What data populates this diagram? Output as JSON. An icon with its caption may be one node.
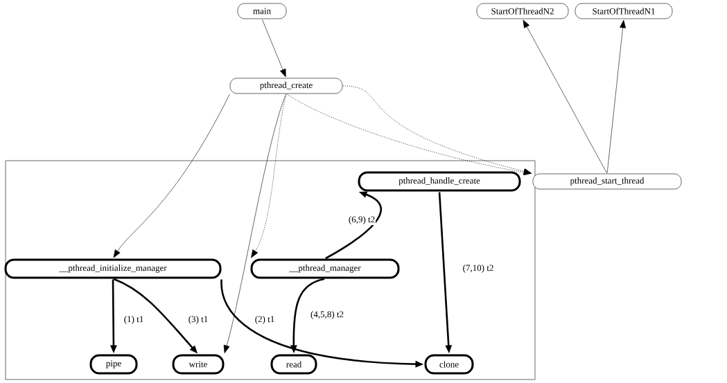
{
  "diagram": {
    "nodes": [
      {
        "text": [
          "main"
        ]
      },
      {
        "text": [
          "pthread_create"
        ]
      },
      {
        "text": [
          "StartOfThreadN2"
        ]
      },
      {
        "text": [
          "StartOfThreadN1"
        ]
      },
      {
        "text": [],
        "shape": "box"
      },
      {
        "text": [
          "pthread_handle_create"
        ],
        "in": 4
      },
      {
        "text": [
          "pthread_start_thread"
        ]
      },
      {
        "text": [
          "__pthread_initialize_manager"
        ],
        "in": 4
      },
      {
        "text": [
          "__pthread_manager"
        ],
        "in": 4
      },
      {
        "text": [
          "pipe"
        ],
        "in": 4
      },
      {
        "text": [
          "write"
        ],
        "in": 4
      },
      {
        "text": [
          "read"
        ],
        "in": 4
      },
      {
        "text": [
          "clone"
        ],
        "in": 4
      }
    ],
    "edges": [
      {
        "from": 0,
        "to": 1,
        "arrow": "to"
      },
      {
        "from": 1,
        "to": 7,
        "arrow": "to"
      },
      {
        "from": 1,
        "to": 10,
        "arrow": "to"
      },
      {
        "from": 1,
        "to": 8,
        "arrow": "to",
        "style": "dashed"
      },
      {
        "from": 1,
        "to": 6,
        "arrow": "to",
        "style": "dashed"
      },
      {
        "from": 1,
        "to": 6,
        "arrow": "to",
        "style": "dashed"
      },
      {
        "from": 6,
        "to": 2,
        "arrow": "to"
      },
      {
        "from": 6,
        "to": 3,
        "arrow": "to"
      },
      {
        "from": 8,
        "to": 5,
        "arrow": "to",
        "label": "(6,9) t2",
        "style": "thick"
      },
      {
        "from": 5,
        "to": 12,
        "arrow": "to",
        "label": "(7,10) t2",
        "style": "thick"
      },
      {
        "from": 7,
        "to": 9,
        "arrow": "to",
        "label": "(1) t1",
        "style": "thick"
      },
      {
        "from": 7,
        "to": 10,
        "arrow": "to",
        "label": "(3) t1",
        "style": "thick"
      },
      {
        "from": 7,
        "to": 12,
        "arrow": "to",
        "label": "(2) t1",
        "style": "thick"
      },
      {
        "from": 8,
        "to": 11,
        "arrow": "to",
        "label": "(4,5,8) t2",
        "style": "thick"
      }
    ]
  }
}
